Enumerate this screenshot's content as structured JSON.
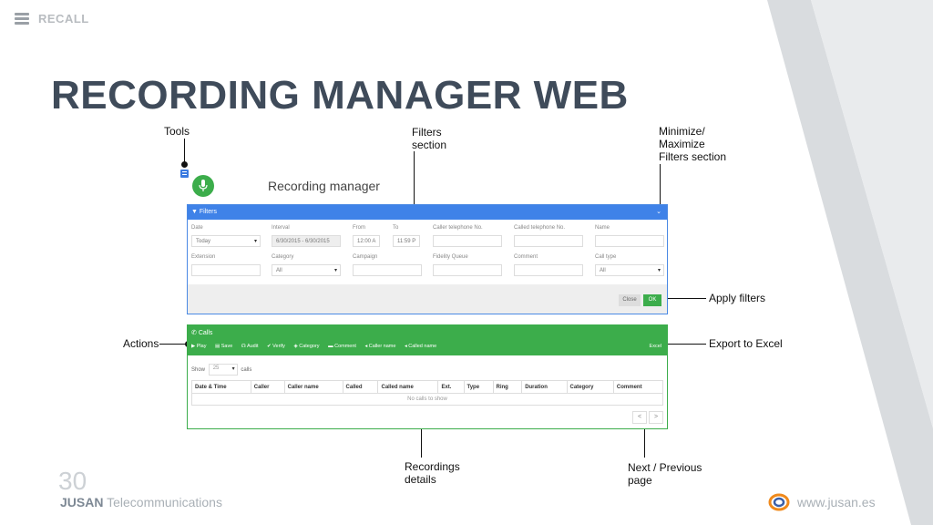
{
  "header": {
    "section": "RECALL",
    "title": "RECORDING MANAGER WEB"
  },
  "annotations": {
    "tools": "Tools",
    "filters": "Filters\nsection",
    "minimize": "Minimize/\nMaximize\nFilters section",
    "apply": "Apply filters",
    "actions": "Actions",
    "export": "Export to Excel",
    "details": "Recordings\ndetails",
    "pager": "Next / Previous\npage"
  },
  "app": {
    "title": "Recording manager",
    "filters": {
      "header": "Filters",
      "fields": {
        "date": {
          "label": "Date",
          "value": "Today"
        },
        "interval": {
          "label": "Interval",
          "value": "6/30/2015 - 6/30/2015"
        },
        "from": {
          "label": "From",
          "value": "12:00 A"
        },
        "to": {
          "label": "To",
          "value": "11:59 P"
        },
        "caller_tel": {
          "label": "Caller telephone No.",
          "value": ""
        },
        "called_tel": {
          "label": "Called telephone No.",
          "value": ""
        },
        "name": {
          "label": "Name",
          "value": ""
        },
        "extension": {
          "label": "Extension",
          "value": ""
        },
        "category": {
          "label": "Category",
          "value": "All"
        },
        "campaign": {
          "label": "Campaign",
          "value": ""
        },
        "fidelity": {
          "label": "Fidelity Queue",
          "value": ""
        },
        "comment": {
          "label": "Comment",
          "value": ""
        },
        "calltype": {
          "label": "Call type",
          "value": "All"
        }
      },
      "close": "Close",
      "ok": "OK"
    },
    "calls": {
      "header": "Calls",
      "actions": [
        "Play",
        "Save",
        "Audit",
        "Verify",
        "Category",
        "Comment",
        "Caller name",
        "Called name"
      ],
      "excel": "Excel",
      "show_label": "Show",
      "show_value": "25",
      "show_suffix": "calls",
      "columns": [
        "Date & Time",
        "Caller",
        "Caller name",
        "Called",
        "Called name",
        "Ext.",
        "Type",
        "Ring",
        "Duration",
        "Category",
        "Comment"
      ],
      "empty": "No calls to show",
      "prev": "<",
      "next": ">"
    }
  },
  "footer": {
    "page": "30",
    "company_bold": "JUSAN",
    "company_rest": " Telecommunications",
    "website": "www.jusan.es"
  },
  "colors": {
    "blue": "#3f82e8",
    "green": "#3cad4b",
    "title": "#3f4b5a"
  }
}
